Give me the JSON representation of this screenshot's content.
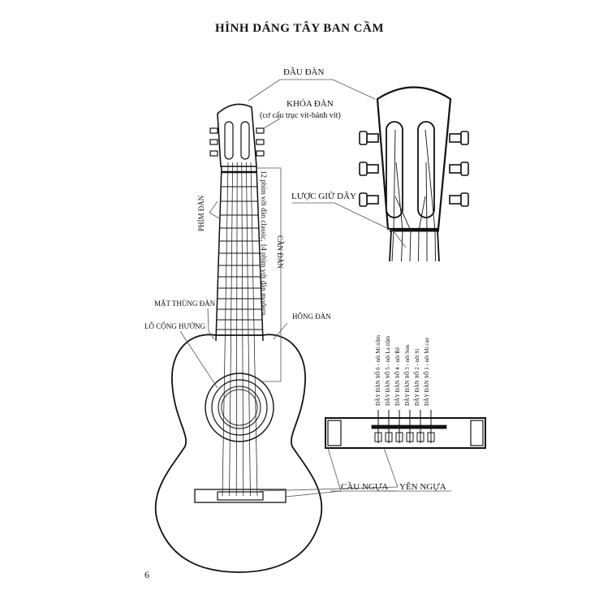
{
  "title": "HÌNH DÁNG TÂY BAN CẦM",
  "page_number": "6",
  "labels": {
    "dau_dan": "ĐẦU ĐÀN",
    "khoa_dan": "KHÓA ĐÀN",
    "khoa_dan_note": "(cơ cấu trục vít-bánh vít)",
    "luoc_giu_day": "LƯỢC GIỮ DÂY",
    "phim_dan": "PHÍM ĐÀN",
    "fret_note": "12 phím với đàn classic, 14 phím với đàn modern",
    "can_dan": "CẦN ĐÀN",
    "mat_thung_dan": "MẶT THÙNG ĐÀN",
    "lo_cong_huong": "LỖ CỘNG HƯỞNG",
    "hong_dan": "HÔNG ĐÀN",
    "cau_ngua": "CẦU NGỰA",
    "yen_ngua": "YÊN NGỰA"
  },
  "strings": [
    "DÂY ĐÀN SỐ 6 - nốt Mi trầm",
    "DÂY ĐÀN SỐ 5 - nốt La trầm",
    "DÂY ĐÀN SỐ 4 - nốt Rê",
    "DÂY ĐÀN SỐ 3 - nốt Son",
    "DÂY ĐÀN SỐ 2 - nốt Si",
    "DÂY ĐÀN SỐ 1 - nốt Mi cao"
  ]
}
